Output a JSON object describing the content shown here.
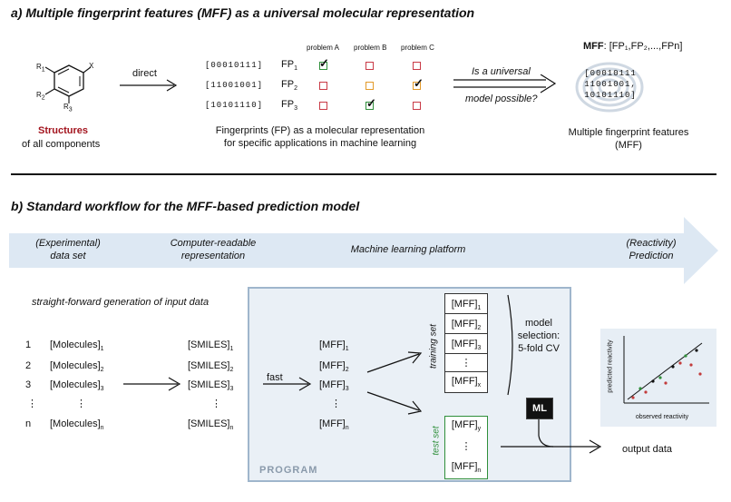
{
  "section_a": {
    "title": "a) Multiple fingerprint features (MFF) as a universal molecular representation",
    "structure_labels": {
      "r1": "R",
      "r1_sub": "1",
      "r2": "R",
      "r2_sub": "2",
      "r3": "R",
      "r3_sub": "3",
      "x": "X"
    },
    "structures_title": "Structures",
    "structures_caption": "of all components",
    "direct_label": "direct",
    "problems": [
      "problem A",
      "problem B",
      "problem C"
    ],
    "fingerprints": [
      {
        "bits": "[00010111]",
        "label": "FP",
        "sub": "1"
      },
      {
        "bits": "[11001001]",
        "label": "FP",
        "sub": "2"
      },
      {
        "bits": "[10101110]",
        "label": "FP",
        "sub": "3"
      }
    ],
    "fp_caption_1": "Fingerprints (FP) as a molecular representation",
    "fp_caption_2": "for specific applications in machine learning",
    "question_1": "Is a universal",
    "question_2": "model possible?",
    "mff_bold": "MFF",
    "mff_formula": ": [FP₁,FP₂,...,FPn]",
    "mff_bits": [
      "[00010111",
      "11001001,",
      "10101110]"
    ],
    "mff_caption_1": "Multiple fingerprint features",
    "mff_caption_2": "(MFF)"
  },
  "section_b": {
    "title": "b) Standard workflow for the MFF-based prediction model",
    "banner": {
      "stage1_1": "(Experimental)",
      "stage1_2": "data set",
      "stage2_1": "Computer-readable",
      "stage2_2": "representation",
      "stage3": "Machine learning platform",
      "stage4_1": "(Reactivity)",
      "stage4_2": "Prediction"
    },
    "input_caption": "straight-forward generation of input data",
    "rows": [
      {
        "idx": "1",
        "mol": "[Molecules]",
        "mol_sub": "1",
        "smi": "[SMILES]",
        "smi_sub": "1",
        "mff": "[MFF]",
        "mff_sub": "1"
      },
      {
        "idx": "2",
        "mol": "[Molecules]",
        "mol_sub": "2",
        "smi": "[SMILES]",
        "smi_sub": "2",
        "mff": "[MFF]",
        "mff_sub": "2"
      },
      {
        "idx": "3",
        "mol": "[Molecules]",
        "mol_sub": "3",
        "smi": "[SMILES]",
        "smi_sub": "3",
        "mff": "[MFF]",
        "mff_sub": "3"
      },
      {
        "idx": "⋮",
        "mol": "⋮",
        "mol_sub": "",
        "smi": "⋮",
        "smi_sub": "",
        "mff": "⋮",
        "mff_sub": ""
      },
      {
        "idx": "n",
        "mol": "[Molecules]",
        "mol_sub": "n",
        "smi": "[SMILES]",
        "smi_sub": "n",
        "mff": "[MFF]",
        "mff_sub": "n"
      }
    ],
    "fast_label": "fast",
    "program_label": "PROGRAM",
    "training_label": "training set",
    "training_cells": [
      {
        "t": "[MFF]",
        "s": "1"
      },
      {
        "t": "[MFF]",
        "s": "2"
      },
      {
        "t": "[MFF]",
        "s": "3"
      },
      {
        "t": "⋮",
        "s": ""
      },
      {
        "t": "[MFF]",
        "s": "x"
      }
    ],
    "test_label": "test set",
    "test_cells": [
      {
        "t": "[MFF]",
        "s": "y"
      },
      {
        "t": "⋮",
        "s": ""
      },
      {
        "t": "[MFF]",
        "s": "n"
      }
    ],
    "model_sel_1": "model",
    "model_sel_2": "selection:",
    "model_sel_3": "5-fold CV",
    "ml_label": "ML",
    "plot_ylabel": "predicted reactivity",
    "plot_xlabel": "observed reactivity",
    "output_label": "output data"
  },
  "colors": {
    "red": "#a3141e",
    "program_bg": "#eaf0f6",
    "program_border": "#9fb6cc",
    "banner": "#dde8f3",
    "green": "#2f8f3a"
  }
}
